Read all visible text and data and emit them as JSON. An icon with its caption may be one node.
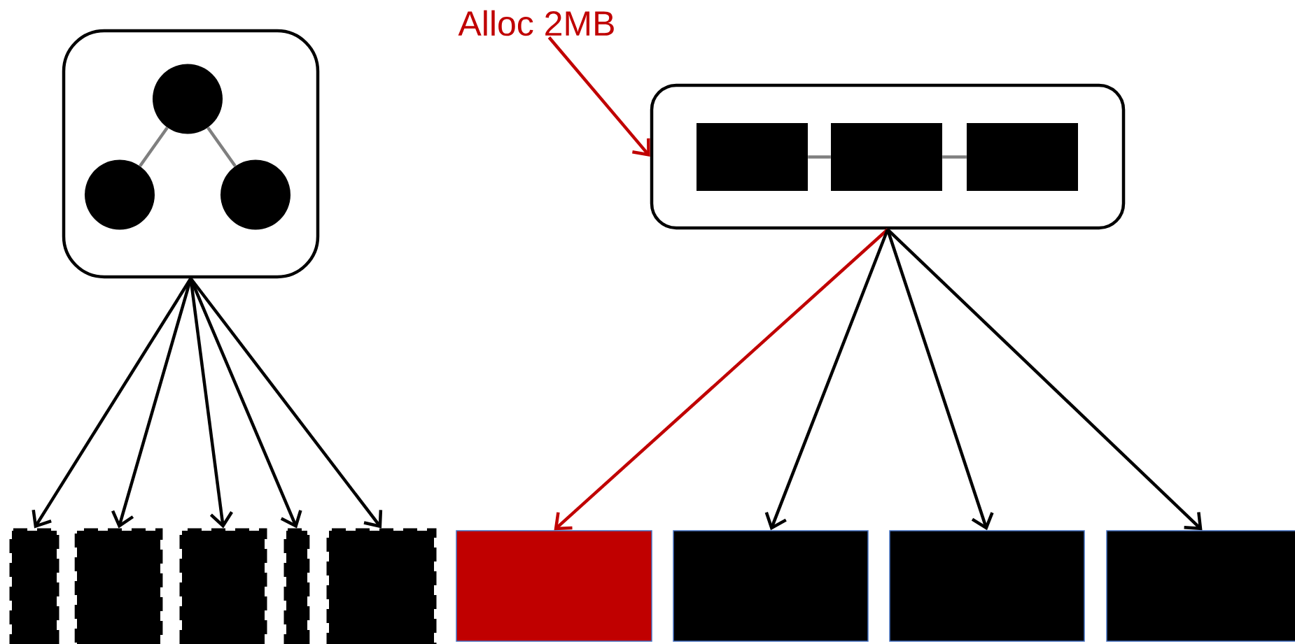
{
  "diagram": {
    "nodes": [
      {
        "text": [],
        "shape": "box"
      },
      {
        "text": [],
        "shape": "circle",
        "in": 0
      },
      {
        "text": [],
        "shape": "circle",
        "in": 0
      },
      {
        "text": [],
        "shape": "circle",
        "in": 0
      },
      {
        "text": [
          "Alloc 2MB"
        ]
      },
      {
        "text": [],
        "shape": "box"
      },
      {
        "text": [],
        "shape": "box",
        "in": 5
      },
      {
        "text": [],
        "shape": "box",
        "in": 5
      },
      {
        "text": [],
        "shape": "box",
        "in": 5
      },
      {
        "text": [],
        "shape": "box"
      },
      {
        "text": [],
        "shape": "box"
      },
      {
        "text": [],
        "shape": "box"
      },
      {
        "text": [],
        "shape": "box"
      },
      {
        "text": [],
        "shape": "box"
      },
      {
        "text": [],
        "shape": "box"
      },
      {
        "text": [],
        "shape": "box"
      },
      {
        "text": [],
        "shape": "box"
      },
      {
        "text": [],
        "shape": "box"
      }
    ],
    "edges": [
      {
        "from": 1,
        "to": 2,
        "arrow": "none",
        "color": "#7f7f7f"
      },
      {
        "from": 1,
        "to": 3,
        "arrow": "none",
        "color": "#7f7f7f"
      },
      {
        "from": 6,
        "to": 7,
        "arrow": "none",
        "color": "#7f7f7f"
      },
      {
        "from": 7,
        "to": 8,
        "arrow": "none",
        "color": "#7f7f7f"
      },
      {
        "from": 4,
        "to": 5,
        "arrow": "to",
        "color": "#c00000"
      },
      {
        "from": 0,
        "to": 9,
        "arrow": "to"
      },
      {
        "from": 0,
        "to": 10,
        "arrow": "to"
      },
      {
        "from": 0,
        "to": 11,
        "arrow": "to"
      },
      {
        "from": 0,
        "to": 12,
        "arrow": "to"
      },
      {
        "from": 0,
        "to": 13,
        "arrow": "to"
      },
      {
        "from": 5,
        "to": 14,
        "arrow": "to",
        "color": "#c00000"
      },
      {
        "from": 5,
        "to": 15,
        "arrow": "to"
      },
      {
        "from": 5,
        "to": 16,
        "arrow": "to"
      },
      {
        "from": 5,
        "to": 17,
        "arrow": "to"
      }
    ]
  }
}
